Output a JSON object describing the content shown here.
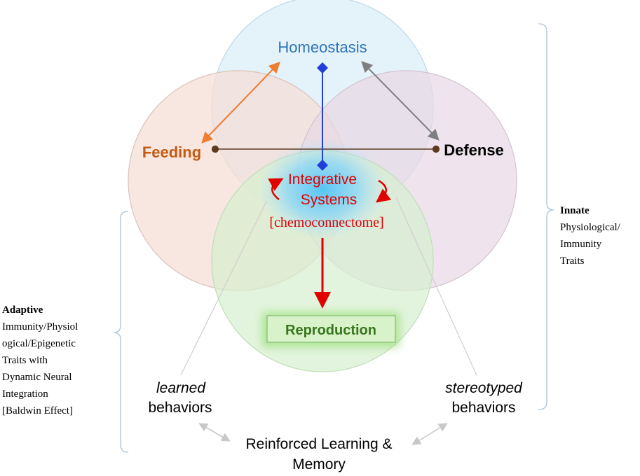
{
  "nodes": {
    "homeostasis": "Homeostasis",
    "feeding": "Feeding",
    "defense": "Defense",
    "integrative_line1": "Integrative",
    "integrative_line2": "Systems",
    "chemoconnectome": "[chemoconnectome]",
    "reproduction": "Reproduction"
  },
  "behaviors": {
    "learned_word": "learned",
    "learned_suffix": "behaviors",
    "stereotyped_word": "stereotyped",
    "stereotyped_suffix": "behaviors",
    "reinforced_line1": "Reinforced Learning &",
    "reinforced_line2": "Memory"
  },
  "innate": {
    "title": "Innate",
    "line1": "Physiological/",
    "line2": "Immunity",
    "line3": "Traits"
  },
  "adaptive": {
    "title": "Adaptive",
    "line1": "Immunity/Physiol",
    "line2": "ogical/Epigenetic",
    "line3": "Traits with",
    "line4": "Dynamic Neural",
    "line5": "Integration",
    "line6": "[Baldwin Effect]"
  },
  "colors": {
    "homeostasis": "#2e75b6",
    "feeding": "#c55a11",
    "defense": "#000000",
    "integrative": "#e00000",
    "reproduction": "#38761d",
    "circle_top": "#dbeef7",
    "circle_left": "#f6ddd5",
    "circle_right": "#e8d9e6",
    "circle_bottom": "#d6efcf"
  }
}
